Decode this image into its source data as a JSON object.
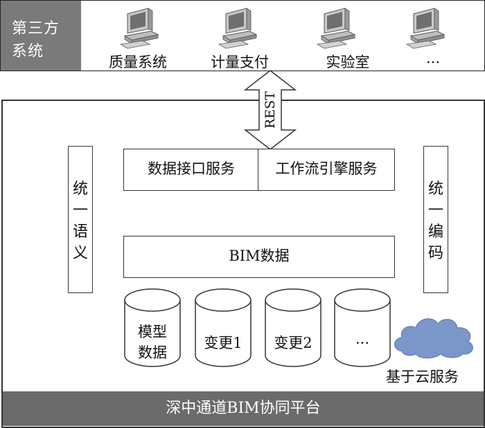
{
  "third_party": {
    "label_line1": "第三方",
    "label_line2": "系统",
    "systems": [
      {
        "name": "质量系统"
      },
      {
        "name": "计量支付"
      },
      {
        "name": "实验室"
      },
      {
        "name": "..."
      }
    ]
  },
  "connector": {
    "label": "REST"
  },
  "platform": {
    "title": "深中通道BIM协同平台",
    "services": [
      "数据接口服务",
      "工作流引擎服务"
    ],
    "bim_data": "BIM数据",
    "left_side": [
      "统",
      "一",
      "语",
      "义"
    ],
    "right_side": [
      "统",
      "一",
      "编",
      "码"
    ],
    "stores": [
      {
        "line1": "模型",
        "line2": "数据"
      },
      {
        "line1": "变更1",
        "line2": ""
      },
      {
        "line1": "变更2",
        "line2": ""
      },
      {
        "line1": "...",
        "line2": ""
      }
    ],
    "cloud_label": "基于云服务"
  },
  "colors": {
    "band": "#7a7a7a",
    "footer": "#6b6b6b",
    "cloud": "#7b96c9"
  }
}
